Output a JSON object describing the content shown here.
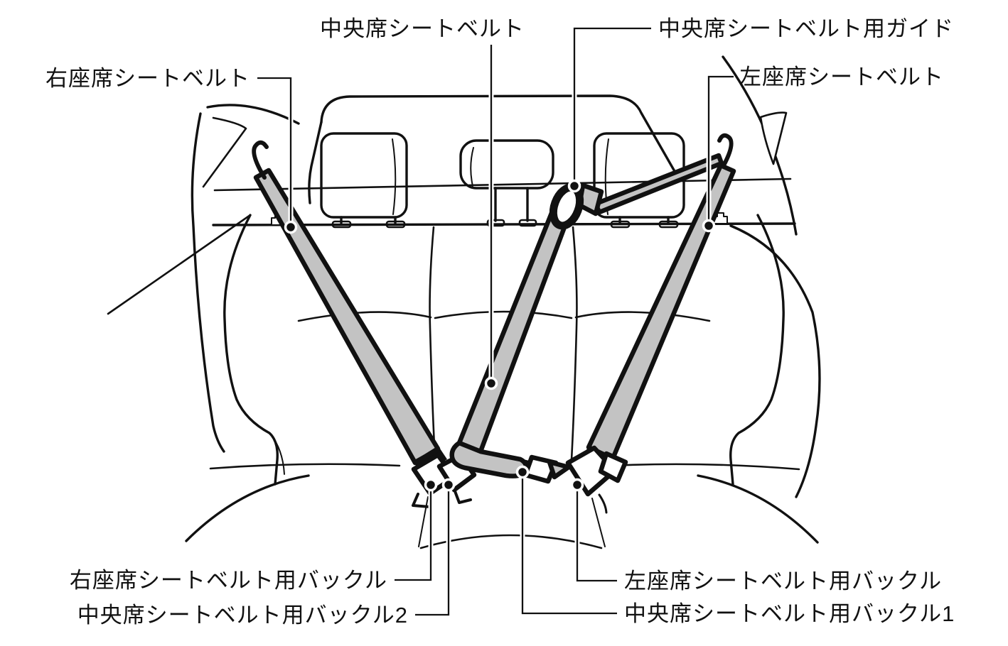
{
  "diagram": {
    "subject": "rear-seat-seat-belts-illustration",
    "background_color": "#ffffff",
    "line_color": "#111111",
    "belt_color": "#c3c3c3",
    "callouts": {
      "center_belt": "中央席シートベルト",
      "center_belt_guide": "中央席シートベルト用ガイド",
      "right_belt": "右座席シートベルト",
      "left_belt": "左座席シートベルト",
      "right_belt_buckle": "右座席シートベルト用バックル",
      "center_belt_buckle_2": "中央席シートベルト用バックル2",
      "left_belt_buckle": "左座席シートベルト用バックル",
      "center_belt_buckle_1": "中央席シートベルト用バックル1"
    }
  }
}
